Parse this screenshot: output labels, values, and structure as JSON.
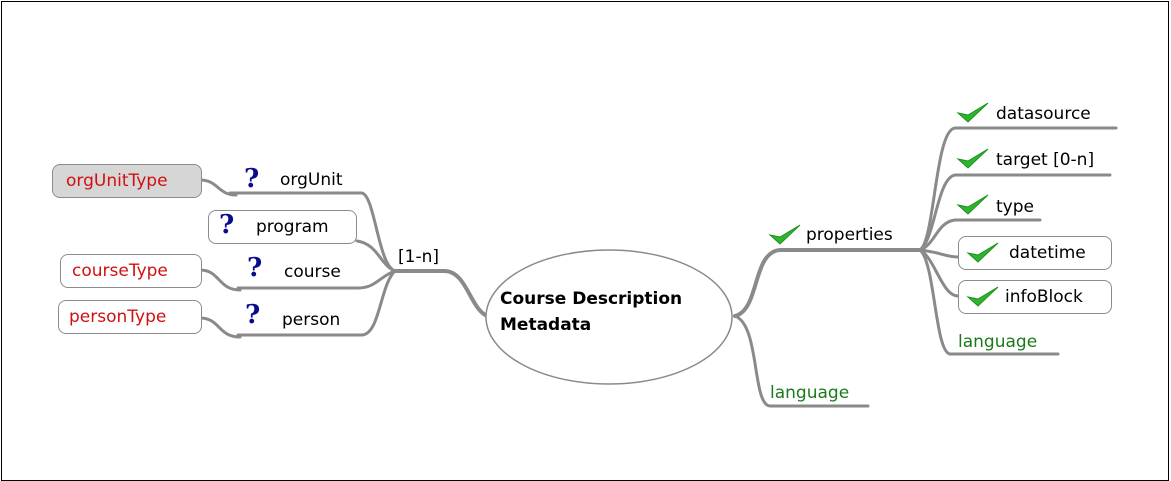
{
  "root": {
    "line1": "Course Description",
    "line2": "Metadata"
  },
  "left": {
    "connector": "[1-n]",
    "nodes": [
      {
        "label": "orgUnit",
        "icon": "question-icon",
        "type": "orgUnitType"
      },
      {
        "label": "program",
        "icon": "question-icon"
      },
      {
        "label": "course",
        "icon": "question-icon",
        "type": "courseType"
      },
      {
        "label": "person",
        "icon": "question-icon",
        "type": "personType"
      }
    ]
  },
  "right": {
    "properties": {
      "label": "properties",
      "icon": "checkmark-icon",
      "children": [
        {
          "label": "datasource",
          "icon": "checkmark-icon"
        },
        {
          "label": "target [0-n]",
          "icon": "checkmark-icon"
        },
        {
          "label": "type",
          "icon": "checkmark-icon"
        },
        {
          "label": "datetime",
          "icon": "checkmark-icon"
        },
        {
          "label": "infoBlock",
          "icon": "checkmark-icon"
        },
        {
          "label": "language"
        }
      ]
    },
    "language": "language"
  },
  "colors": {
    "branch": "#8a8a8a",
    "check": "#2db52d",
    "question": "#0a0a8c",
    "type_text": "#d01010",
    "language_text": "#1a7a1a"
  }
}
